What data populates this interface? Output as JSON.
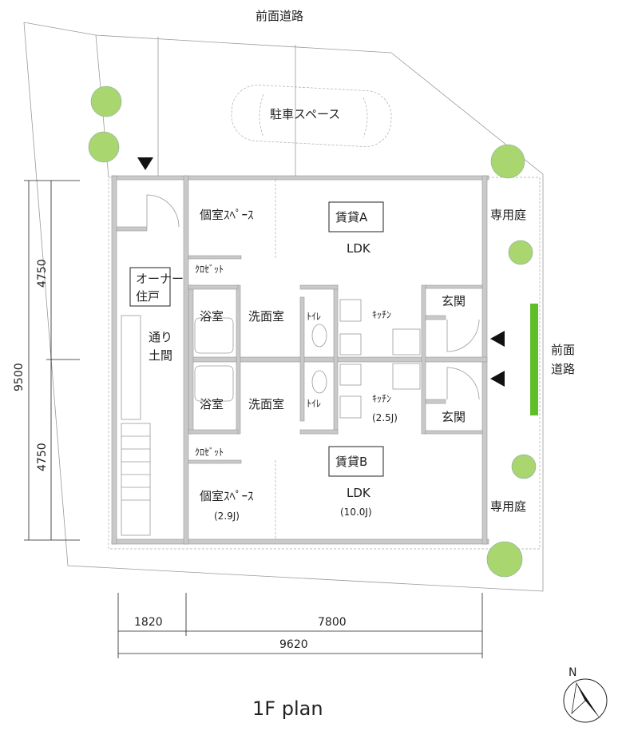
{
  "labels": {
    "front_road_top": "前面道路",
    "parking": "駐車スペース",
    "front_road_right": [
      "前面",
      "道路"
    ],
    "private_garden_top": "専用庭",
    "private_garden_bottom": "専用庭",
    "owner_unit": [
      "オーナー",
      "住戸"
    ],
    "passage": [
      "通り",
      "土間"
    ],
    "rental_a": "賃貸A",
    "rental_b": "賃貸B",
    "private_room_a": "個室ｽﾍﾟｰｽ",
    "private_room_b": "個室ｽﾍﾟｰｽ",
    "private_room_b_size": "(2.9J)",
    "ldk_a": "LDK",
    "ldk_b": "LDK",
    "ldk_b_size": "(10.0J)",
    "closet_a": "ｸﾛｾﾞｯﾄ",
    "closet_b": "ｸﾛｾﾞｯﾄ",
    "bath_a": "浴室",
    "bath_b": "浴室",
    "washroom_a": "洗面室",
    "washroom_b": "洗面室",
    "toilet_a": "ﾄｲﾚ",
    "toilet_b": "ﾄｲﾚ",
    "kitchen_a": "ｷｯﾁﾝ",
    "kitchen_b": "ｷｯﾁﾝ",
    "kitchen_b_size": "(2.5J)",
    "entrance_a": "玄関",
    "entrance_b": "玄関"
  },
  "dimensions": {
    "total_depth": "9500",
    "upper_depth": "4750",
    "lower_depth": "4750",
    "owner_width": "1820",
    "rental_width": "7800",
    "total_width": "9620"
  },
  "compass": {
    "north": "N"
  },
  "title": "1F plan",
  "colors": {
    "wall": "#c9c9c9",
    "tree": "#a9d66e",
    "hedge": "#5fbf2a"
  }
}
